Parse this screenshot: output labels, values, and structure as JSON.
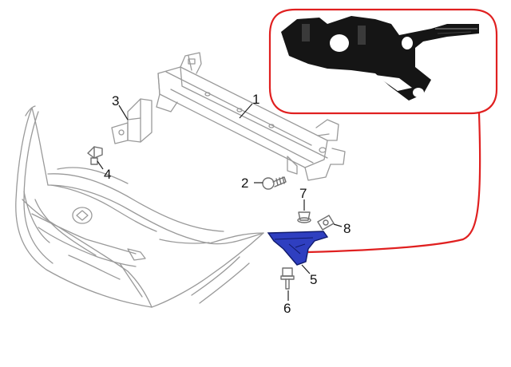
{
  "colors": {
    "linework": "#9a9a9a",
    "highlight_part_fill": "#2f3fc0",
    "highlight_part_stroke": "#101a6a",
    "inset_border": "#e02020",
    "connector": "#e02020",
    "photo_part": "#151515"
  },
  "callouts": [
    {
      "id": "1",
      "label": "1"
    },
    {
      "id": "2",
      "label": "2"
    },
    {
      "id": "3",
      "label": "3"
    },
    {
      "id": "4",
      "label": "4"
    },
    {
      "id": "5",
      "label": "5"
    },
    {
      "id": "6",
      "label": "6"
    },
    {
      "id": "7",
      "label": "7"
    },
    {
      "id": "8",
      "label": "8"
    }
  ]
}
